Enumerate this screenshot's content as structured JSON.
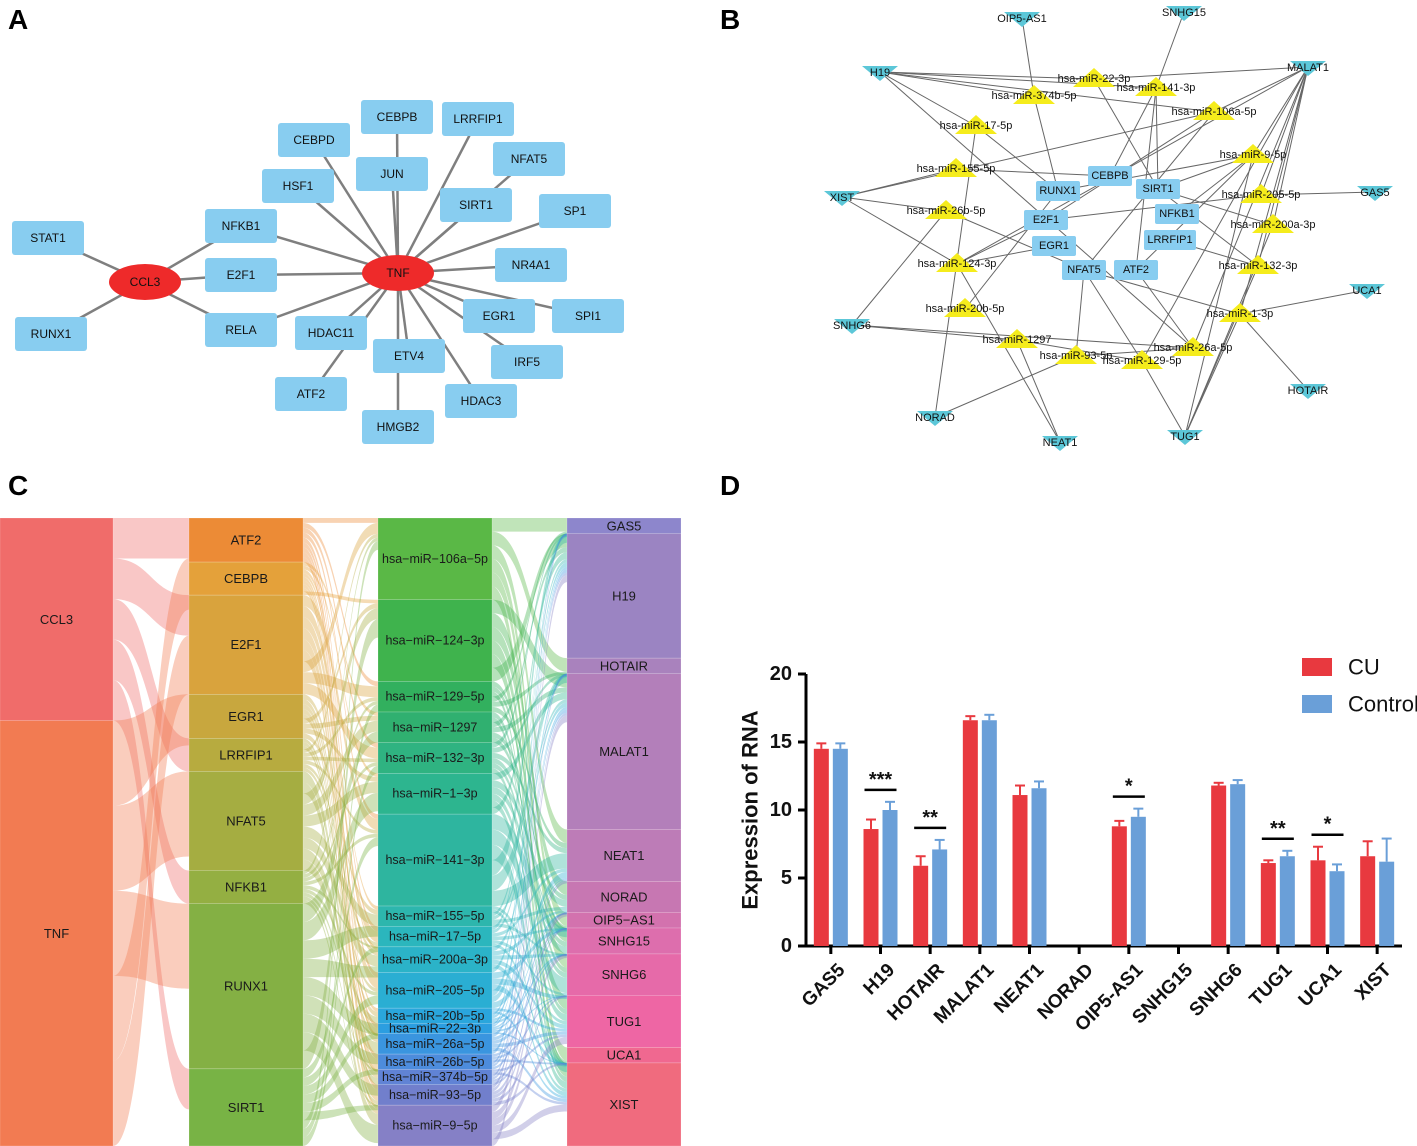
{
  "panels": {
    "a": "A",
    "b": "B",
    "c": "C",
    "d": "D"
  },
  "colors": {
    "hub_node": "#ee2a2a",
    "gene_node": "#88cdf0",
    "mirna_node": "#f5ec1c",
    "lncrna_node": "#5cc7d8",
    "edge": "#7f7f7f",
    "cu_bar": "#e8393f",
    "control_bar": "#6a9fd8"
  },
  "ppi_network": {
    "hubs": [
      "CCL3",
      "TNF"
    ],
    "ccl3_neighbors": [
      "STAT1",
      "RUNX1",
      "NFKB1",
      "E2F1",
      "RELA"
    ],
    "tnf_neighbors": [
      "CEBPB",
      "LRRFIP1",
      "CEBPD",
      "JUN",
      "NFAT5",
      "HSF1",
      "SIRT1",
      "SP1",
      "NFKB1",
      "E2F1",
      "NR4A1",
      "RELA",
      "HDAC11",
      "EGR1",
      "SPI1",
      "ETV4",
      "IRF5",
      "ATF2",
      "HDAC3",
      "HMGB2"
    ]
  },
  "cerna_network": {
    "lncrnas": [
      "OIP5-AS1",
      "SNHG15",
      "H19",
      "MALAT1",
      "XIST",
      "GAS5",
      "UCA1",
      "SNHG6",
      "HOTAIR",
      "NORAD",
      "NEAT1",
      "TUG1"
    ],
    "mirnas": [
      "hsa-miR-22-3p",
      "hsa-miR-141-3p",
      "hsa-miR-374b-5p",
      "hsa-miR-106a-5p",
      "hsa-miR-17-5p",
      "hsa-miR-9-5p",
      "hsa-miR-155-5p",
      "hsa-miR-205-5p",
      "hsa-miR-26b-5p",
      "hsa-miR-200a-3p",
      "hsa-miR-124-3p",
      "hsa-miR-132-3p",
      "hsa-miR-20b-5p",
      "hsa-miR-1-3p",
      "hsa-miR-1297",
      "hsa-miR-26a-5p",
      "hsa-miR-93-5p",
      "hsa-miR-129-5p"
    ],
    "genes": [
      "CEBPB",
      "RUNX1",
      "SIRT1",
      "E2F1",
      "NFKB1",
      "EGR1",
      "LRRFIP1",
      "NFAT5",
      "ATF2"
    ]
  },
  "sankey": {
    "col1": [
      {
        "label": "CCL3",
        "value": 20
      },
      {
        "label": "TNF",
        "value": 42
      }
    ],
    "col2": [
      {
        "label": "ATF2",
        "value": 4
      },
      {
        "label": "CEBPB",
        "value": 3
      },
      {
        "label": "E2F1",
        "value": 9
      },
      {
        "label": "EGR1",
        "value": 4
      },
      {
        "label": "LRRFIP1",
        "value": 3
      },
      {
        "label": "NFAT5",
        "value": 9
      },
      {
        "label": "NFKB1",
        "value": 3
      },
      {
        "label": "RUNX1",
        "value": 15
      },
      {
        "label": "SIRT1",
        "value": 7
      }
    ],
    "col3": [
      {
        "label": "hsa−miR−106a−5p",
        "value": 8
      },
      {
        "label": "hsa−miR−124−3p",
        "value": 8
      },
      {
        "label": "hsa−miR−129−5p",
        "value": 3
      },
      {
        "label": "hsa−miR−1297",
        "value": 3
      },
      {
        "label": "hsa−miR−132−3p",
        "value": 3
      },
      {
        "label": "hsa−miR−1−3p",
        "value": 4
      },
      {
        "label": "hsa−miR−141−3p",
        "value": 9
      },
      {
        "label": "hsa−miR−155−5p",
        "value": 2
      },
      {
        "label": "hsa−miR−17−5p",
        "value": 2
      },
      {
        "label": "hsa−miR−200a−3p",
        "value": 2.5
      },
      {
        "label": "hsa−miR−205−5p",
        "value": 3.5
      },
      {
        "label": "hsa−miR−20b−5p",
        "value": 1.5
      },
      {
        "label": "hsa−miR−22−3p",
        "value": 1
      },
      {
        "label": "hsa−miR−26a−5p",
        "value": 2
      },
      {
        "label": "hsa−miR−26b−5p",
        "value": 1.5
      },
      {
        "label": "hsa−miR−374b−5p",
        "value": 1.5
      },
      {
        "label": "hsa−miR−93−5p",
        "value": 2
      },
      {
        "label": "hsa−miR−9−5p",
        "value": 4
      }
    ],
    "col4": [
      {
        "label": "GAS5",
        "value": 1.5
      },
      {
        "label": "H19",
        "value": 12
      },
      {
        "label": "HOTAIR",
        "value": 1.5
      },
      {
        "label": "MALAT1",
        "value": 15
      },
      {
        "label": "NEAT1",
        "value": 5
      },
      {
        "label": "NORAD",
        "value": 3
      },
      {
        "label": "OIP5−AS1",
        "value": 1.5
      },
      {
        "label": "SNHG15",
        "value": 2.5
      },
      {
        "label": "SNHG6",
        "value": 4
      },
      {
        "label": "TUG1",
        "value": 5
      },
      {
        "label": "UCA1",
        "value": 1.5
      },
      {
        "label": "XIST",
        "value": 8
      }
    ]
  },
  "chart_data": {
    "type": "bar",
    "ylabel": "Expression of RNA",
    "ylim": [
      0,
      20
    ],
    "yticks": [
      0,
      5,
      10,
      15,
      20
    ],
    "categories": [
      "GAS5",
      "H19",
      "HOTAIR",
      "MALAT1",
      "NEAT1",
      "NORAD",
      "OIP5-AS1",
      "SNHG15",
      "SNHG6",
      "TUG1",
      "UCA1",
      "XIST"
    ],
    "series": [
      {
        "name": "CU",
        "values": [
          14.5,
          8.6,
          5.9,
          16.6,
          11.1,
          null,
          8.8,
          null,
          11.8,
          6.1,
          6.3,
          6.6
        ],
        "errors": [
          0.4,
          0.7,
          0.7,
          0.3,
          0.7,
          null,
          0.4,
          null,
          0.2,
          0.2,
          1.0,
          1.1
        ]
      },
      {
        "name": "Control",
        "values": [
          14.5,
          10.0,
          7.1,
          16.6,
          11.6,
          null,
          9.5,
          null,
          11.9,
          6.6,
          5.5,
          6.2
        ],
        "errors": [
          0.4,
          0.6,
          0.7,
          0.4,
          0.5,
          null,
          0.6,
          null,
          0.3,
          0.4,
          0.5,
          1.7
        ]
      }
    ],
    "significance": [
      {
        "category": "H19",
        "label": "***"
      },
      {
        "category": "HOTAIR",
        "label": "**"
      },
      {
        "category": "OIP5-AS1",
        "label": "*"
      },
      {
        "category": "TUG1",
        "label": "**"
      },
      {
        "category": "UCA1",
        "label": "*"
      }
    ],
    "legend_position": "top-right"
  }
}
